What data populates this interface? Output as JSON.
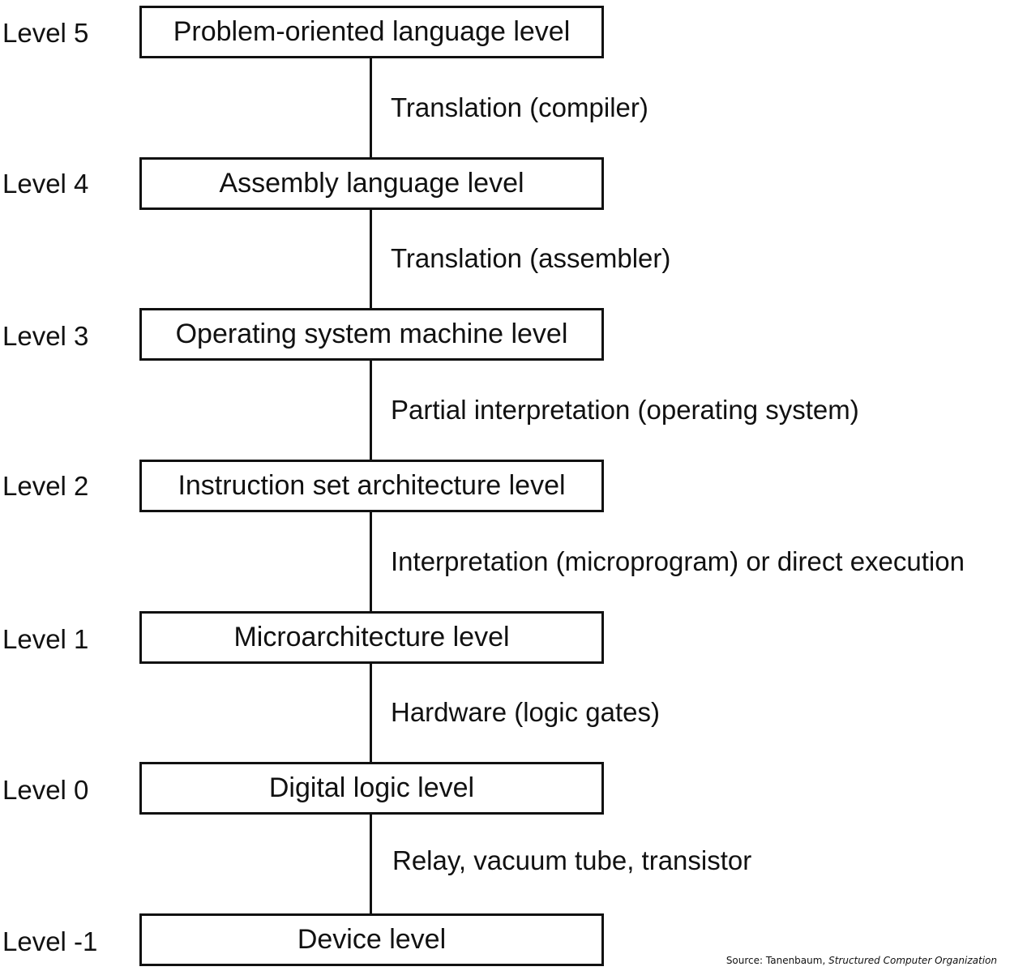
{
  "levels": [
    {
      "label": "Level 5",
      "box": "Problem-oriented language level"
    },
    {
      "label": "Level 4",
      "box": "Assembly language level"
    },
    {
      "label": "Level 3",
      "box": "Operating system machine level"
    },
    {
      "label": "Level 2",
      "box": "Instruction set architecture level"
    },
    {
      "label": "Level 1",
      "box": "Microarchitecture level"
    },
    {
      "label": "Level 0",
      "box": "Digital logic level"
    },
    {
      "label": "Level -1",
      "box": "Device level"
    }
  ],
  "transitions": [
    "Translation (compiler)",
    "Translation (assembler)",
    "Partial interpretation (operating system)",
    "Interpretation (microprogram) or direct execution",
    "Hardware (logic gates)",
    "Relay, vacuum tube, transistor"
  ],
  "source": {
    "prefix": "Source: Tanenbaum, ",
    "title": "Structured Computer Organization"
  }
}
